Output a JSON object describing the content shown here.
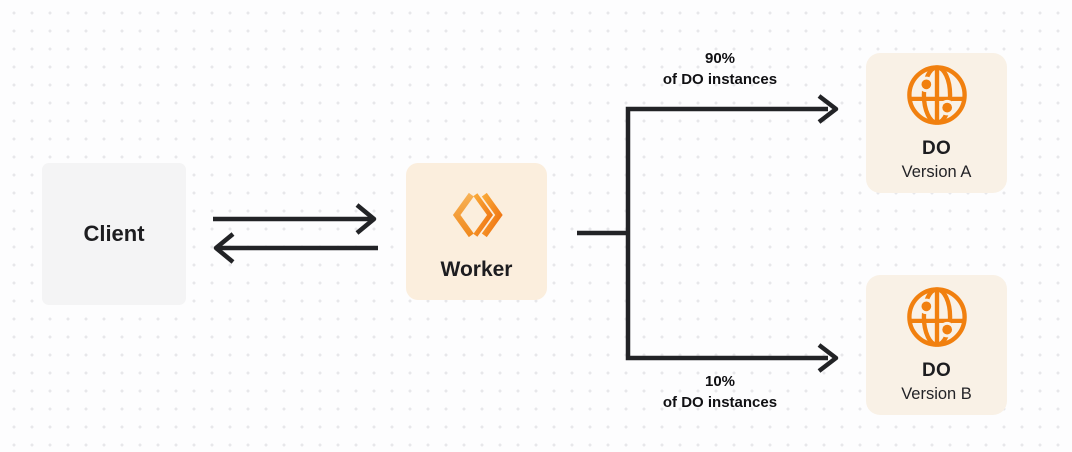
{
  "diagram": {
    "description": "Client to Worker to Durable Object version split diagram"
  },
  "nodes": {
    "client": {
      "label": "Client"
    },
    "worker": {
      "label": "Worker",
      "icon": "workers-icon"
    },
    "do_version_a": {
      "title": "DO",
      "subtitle": "Version A",
      "icon": "globe-icon"
    },
    "do_version_b": {
      "title": "DO",
      "subtitle": "Version B",
      "icon": "globe-icon"
    }
  },
  "branch_labels": {
    "top": {
      "line1": "90%",
      "line2": "of DO instances"
    },
    "bottom": {
      "line1": "10%",
      "line2": "of DO instances"
    }
  },
  "colors": {
    "accent_orange": "#f6821f",
    "arrow": "#222326",
    "client_bg": "#f4f4f5",
    "worker_bg": "#fbeedd",
    "do_bg": "#f9f1e6",
    "canvas_bg": "#fdfdfe",
    "dot_grid": "#e7e7ea"
  }
}
